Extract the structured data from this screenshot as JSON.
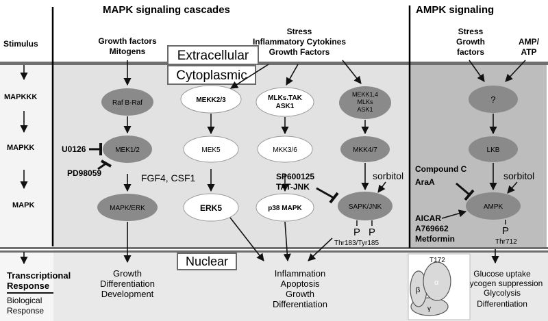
{
  "headings": {
    "mapk": "MAPK signaling cascades",
    "ampk": "AMPK signaling"
  },
  "compartments": {
    "extracellular": "Extracellular",
    "cytoplasmic": "Cytoplasmic",
    "nuclear": "Nuclear"
  },
  "levels": {
    "stimulus": "Stimulus",
    "mapkkk": "MAPKKK",
    "mapkk": "MAPKK",
    "mapk": "MAPK"
  },
  "stimuli": {
    "growth_line1": "Growth factors",
    "growth_line2": "Mitogens",
    "stress_line1": "Stress",
    "stress_line2": "Inflammatory Cytokines",
    "stress_line3": "Growth Factors",
    "ampk_stress_line1": "Stress",
    "ampk_stress_line2": "Growth",
    "ampk_stress_line3": "factors",
    "amp_line1": "AMP/",
    "amp_line2": "ATP"
  },
  "nodes": {
    "raf": "Raf B-Raf",
    "mek23": "MEKK2/3",
    "mlks_line1": "MLKs.TAK",
    "mlks_line2": "ASK1",
    "mekk14_line1": "MEKK1,4",
    "mekk14_line2": "MLKs",
    "mekk14_line3": "ASK1",
    "unknown": "?",
    "mek12": "MEK1/2",
    "mek5": "MEK5",
    "mkk36": "MKK3/6",
    "mkk47": "MKK4/7",
    "lkb": "LKB",
    "erk": "MAPK/ERK",
    "erk5": "ERK5",
    "p38": "p38 MAPK",
    "jnk": "SAPK/JNK",
    "ampk": "AMPK"
  },
  "modulators": {
    "u0126": "U0126",
    "pd98059": "PD98059",
    "fgf4": "FGF4, CSF1",
    "sp600125": "SP600125",
    "tatjnk": "TAT-JNK",
    "sorbitol": "sorbitol",
    "compound_c": "Compound C",
    "araa": "AraA",
    "aicar": "AICAR",
    "a769662": "A769662",
    "metformin": "Metformin",
    "sorbitol_ampk": "sorbitol"
  },
  "phospho": {
    "p1": "P",
    "p2": "P",
    "jnk_sites": "Thr183/Tyr185",
    "p3": "P",
    "ampk_site": "Thr712"
  },
  "outcomes": {
    "transcriptional_line1": "Transcriptional",
    "transcriptional_line2": "Response",
    "biological_line1": "Biological",
    "biological_line2": "Response",
    "erk_line1": "Growth",
    "erk_line2": "Differentiation",
    "erk_line3": "Development",
    "stress_line1": "Inflammation",
    "stress_line2": "Apoptosis",
    "stress_line3": "Growth",
    "stress_line4": "Differentiation",
    "ampk_line1": "Glucose uptake",
    "ampk_line2": "Glycogen suppression",
    "ampk_line3": "Glycolysis",
    "ampk_line4": "Differentiation"
  },
  "subunits": {
    "t172": "T172",
    "alpha": "α",
    "beta": "β",
    "gamma": "γ"
  },
  "colors": {
    "panel_gray": "#e3e3e3",
    "node_dark": "#8a8a8a",
    "membrane": "#777777",
    "panel_white": "#f7f7f7"
  }
}
